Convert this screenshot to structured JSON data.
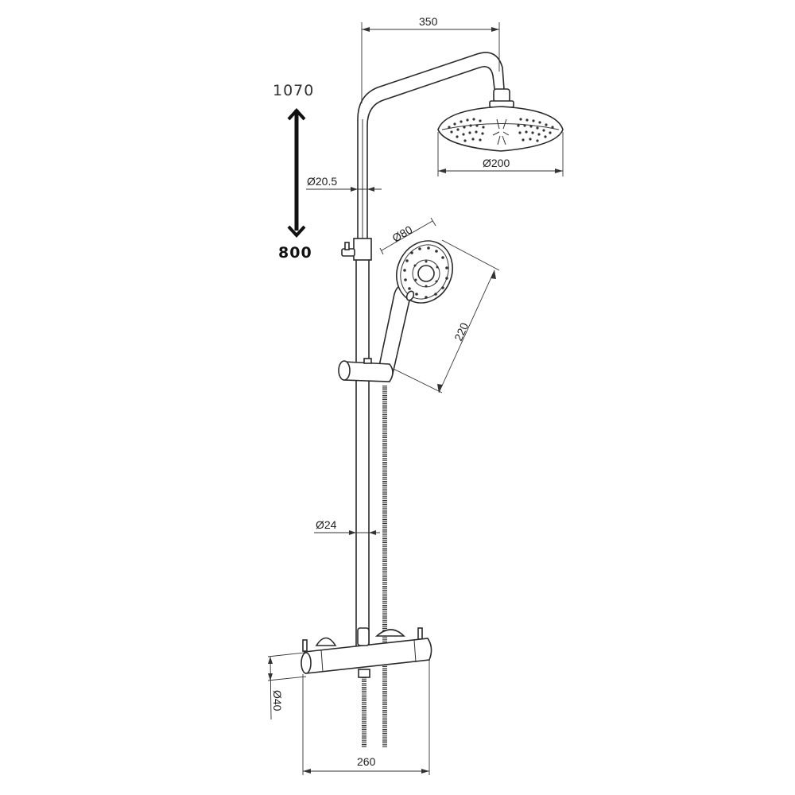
{
  "drawing": {
    "title": "Thermostatic shower column – technical dimension drawing",
    "units": "mm",
    "height_range": {
      "max_label": "1070",
      "min_label": "800",
      "arrow_icon": "double-arrow-vertical"
    },
    "dimensions": {
      "arm_reach": "350",
      "overhead_diameter": "Ø200",
      "riser_upper_diameter": "Ø20.5",
      "hand_shower_diameter": "Ø80",
      "hand_shower_length": "220",
      "riser_lower_diameter": "Ø24",
      "valve_body_diameter": "Ø40",
      "valve_width": "260"
    },
    "components": [
      "overhead-shower-head",
      "shower-arm",
      "upper-riser-pipe",
      "height-adjust-clamp",
      "lower-riser-rail",
      "slide-bracket",
      "hand-shower",
      "shower-hose",
      "thermostatic-bar-valve"
    ],
    "colors": {
      "line": "#2a2a2a",
      "background": "#ffffff",
      "text": "#222222"
    }
  }
}
